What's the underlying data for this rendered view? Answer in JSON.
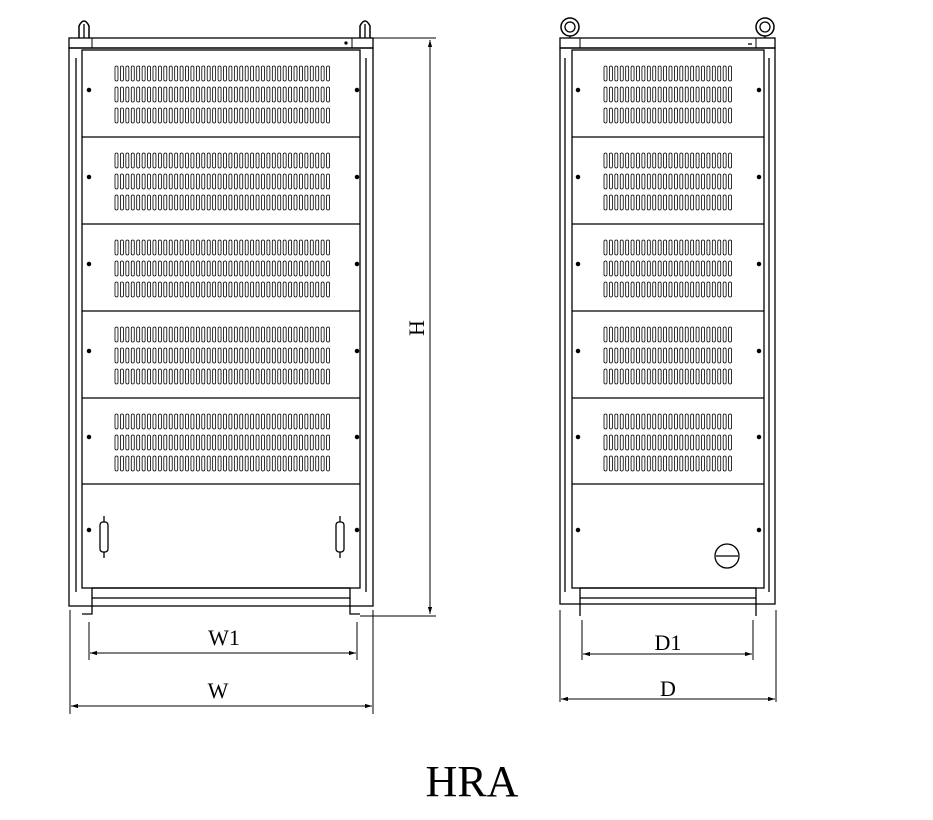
{
  "title": "HRA",
  "dimensions": {
    "height": "H",
    "inner_width": "W1",
    "width": "W",
    "inner_depth": "D1",
    "depth": "D"
  },
  "colors": {
    "line": "#000000",
    "background": "#ffffff"
  },
  "front_view": {
    "vented_panels": 5,
    "vent_rows_per_panel": 3,
    "slots_per_row": 40,
    "bottom_door_handles": 2
  },
  "side_view": {
    "vented_panels": 5,
    "vent_rows_per_panel": 3,
    "slots_per_row": 24,
    "bottom_panel_gland": 1
  }
}
